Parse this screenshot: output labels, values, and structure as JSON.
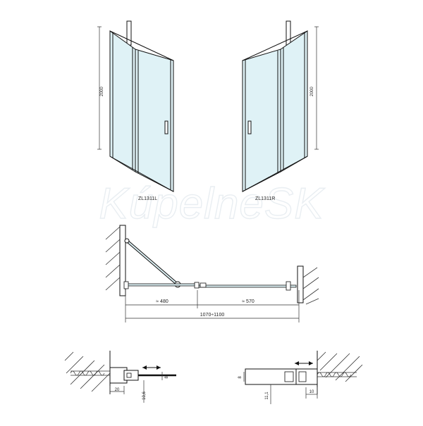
{
  "watermark": "KúpelneSK",
  "elevations": {
    "left": {
      "label": "ZL1311L",
      "height_label": "2000"
    },
    "right": {
      "label": "ZL1311R",
      "height_label": "2000"
    }
  },
  "plan": {
    "dim_fixed": "≈ 480",
    "dim_door": "≈ 570",
    "dim_total": "1070÷1100"
  },
  "details": {
    "left": {
      "d1": "20",
      "d2": "10,6",
      "d3": "8"
    },
    "right": {
      "d1": "10",
      "d2": "11,1",
      "d3": "8"
    }
  },
  "colors": {
    "glass": "#dff2f6",
    "line": "#111111"
  }
}
